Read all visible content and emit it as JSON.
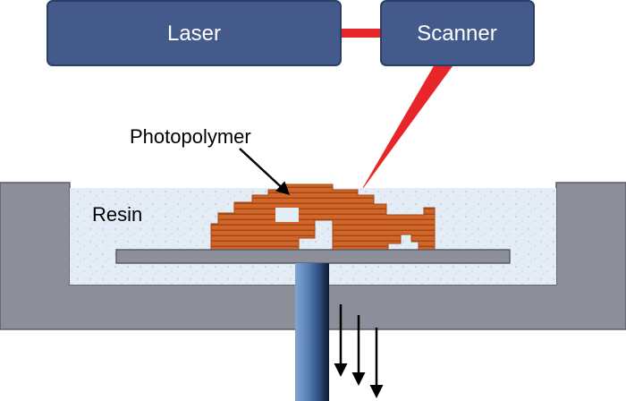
{
  "labels": {
    "laser": "Laser",
    "scanner": "Scanner",
    "photopolymer": "Photopolymer",
    "resin": "Resin"
  },
  "colors": {
    "box_fill": "#435a8a",
    "box_stroke": "#2b3e66",
    "beam": "#e8262a",
    "vat": "#8c8f99",
    "vat_stroke": "#5b5e66",
    "resin": "#e4edf5",
    "platform": "#8c8f99",
    "part": "#d2662a",
    "part_line": "#a34812",
    "arrow": "#000000"
  }
}
